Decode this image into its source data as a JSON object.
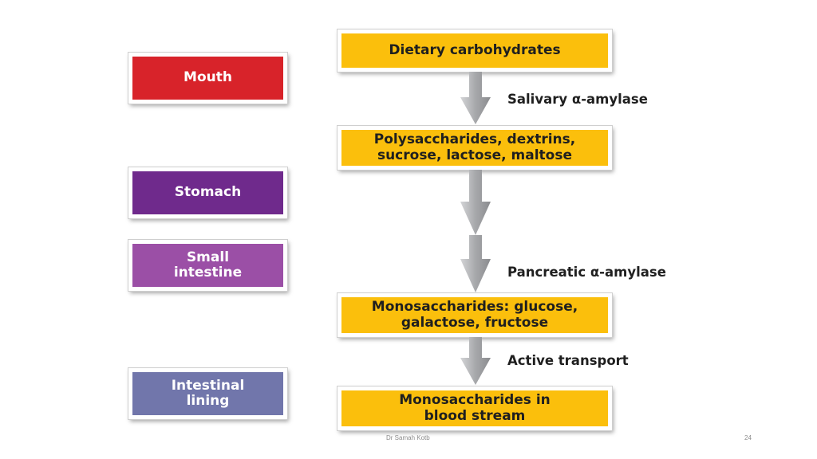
{
  "regions": {
    "mouth": "Mouth",
    "stomach": "Stomach",
    "small_intestine": [
      "Small",
      "intestine"
    ],
    "intestinal_lining": [
      "Intestinal",
      "lining"
    ]
  },
  "steps": {
    "dietary": "Dietary carbohydrates",
    "polysaccharides": [
      "Polysaccharides, dextrins,",
      "sucrose, lactose, maltose"
    ],
    "monosaccharides": [
      "Monosaccharides: glucose,",
      "galactose, fructose"
    ],
    "blood": [
      "Monosaccharides in",
      "blood stream"
    ]
  },
  "enzymes": {
    "salivary": "Salivary α-amylase",
    "pancreatic": "Pancreatic α-amylase",
    "active": "Active transport"
  },
  "footer": {
    "author": "Dr Samah Kotb",
    "page": "24"
  },
  "colors": {
    "mouth": "#d8232a",
    "stomach": "#6f2a8c",
    "small_intestine": "#9b4fa6",
    "intestinal_lining": "#7176ab",
    "step_fill": "#fbbf0c",
    "arrow": "#a9aaad"
  }
}
